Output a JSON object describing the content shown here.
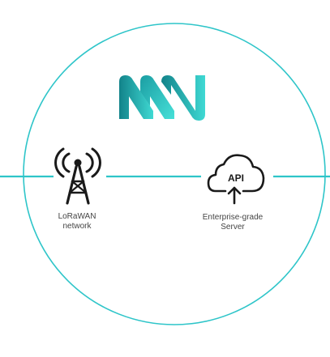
{
  "colors": {
    "accent": "#2ec5c9",
    "logo_dark": "#12838a",
    "logo_light": "#39d6d1",
    "icon": "#1a1a1a",
    "text": "#444444"
  },
  "logo": {
    "icon": "tti-logo-icon"
  },
  "nodes": {
    "lorawan": {
      "icon": "radio-tower-icon",
      "label_line1": "LoRaWAN",
      "label_line2": "network"
    },
    "server": {
      "icon": "cloud-upload-icon",
      "badge": "API",
      "label_line1": "Enterprise-grade",
      "label_line2": "Server"
    }
  }
}
